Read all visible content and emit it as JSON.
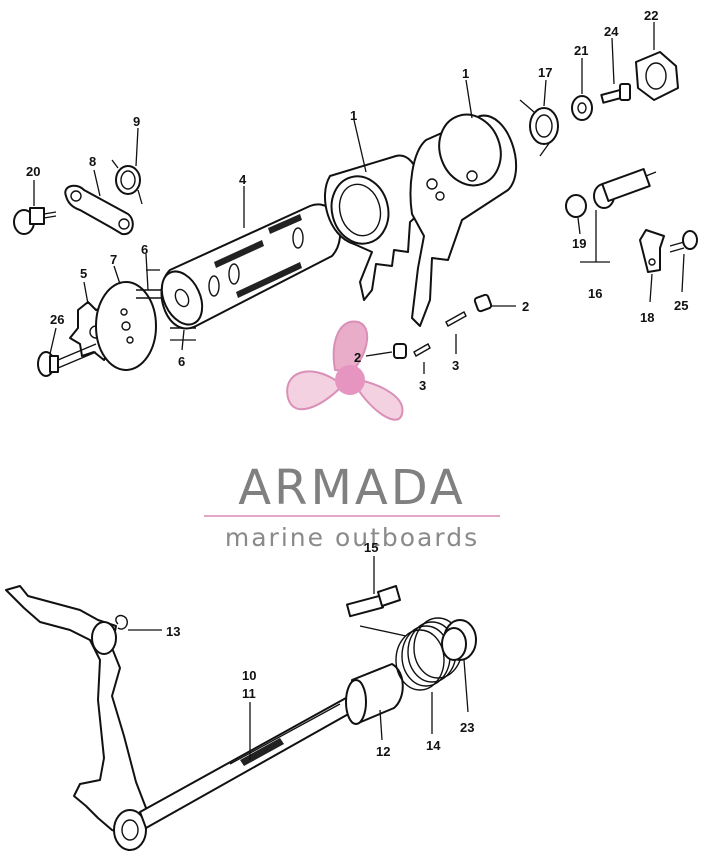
{
  "brand": {
    "name": "ARMADA",
    "tagline": "marine outboards",
    "logo_color": "#e8a9c8",
    "logo_center_color": "#e58fbd",
    "text_color": "#808080"
  },
  "callouts": {
    "p1a": "1",
    "p1b": "1",
    "p2a": "2",
    "p2b": "2",
    "p3a": "3",
    "p3b": "3",
    "p4": "4",
    "p5": "5",
    "p6a": "6",
    "p6b": "6",
    "p7": "7",
    "p8": "8",
    "p9": "9",
    "p10": "10",
    "p11": "11",
    "p12": "12",
    "p13": "13",
    "p14": "14",
    "p15": "15",
    "p16": "16",
    "p17": "17",
    "p18": "18",
    "p19": "19",
    "p20": "20",
    "p21": "21",
    "p22": "22",
    "p23": "23",
    "p24": "24",
    "p25": "25",
    "p26": "26"
  }
}
